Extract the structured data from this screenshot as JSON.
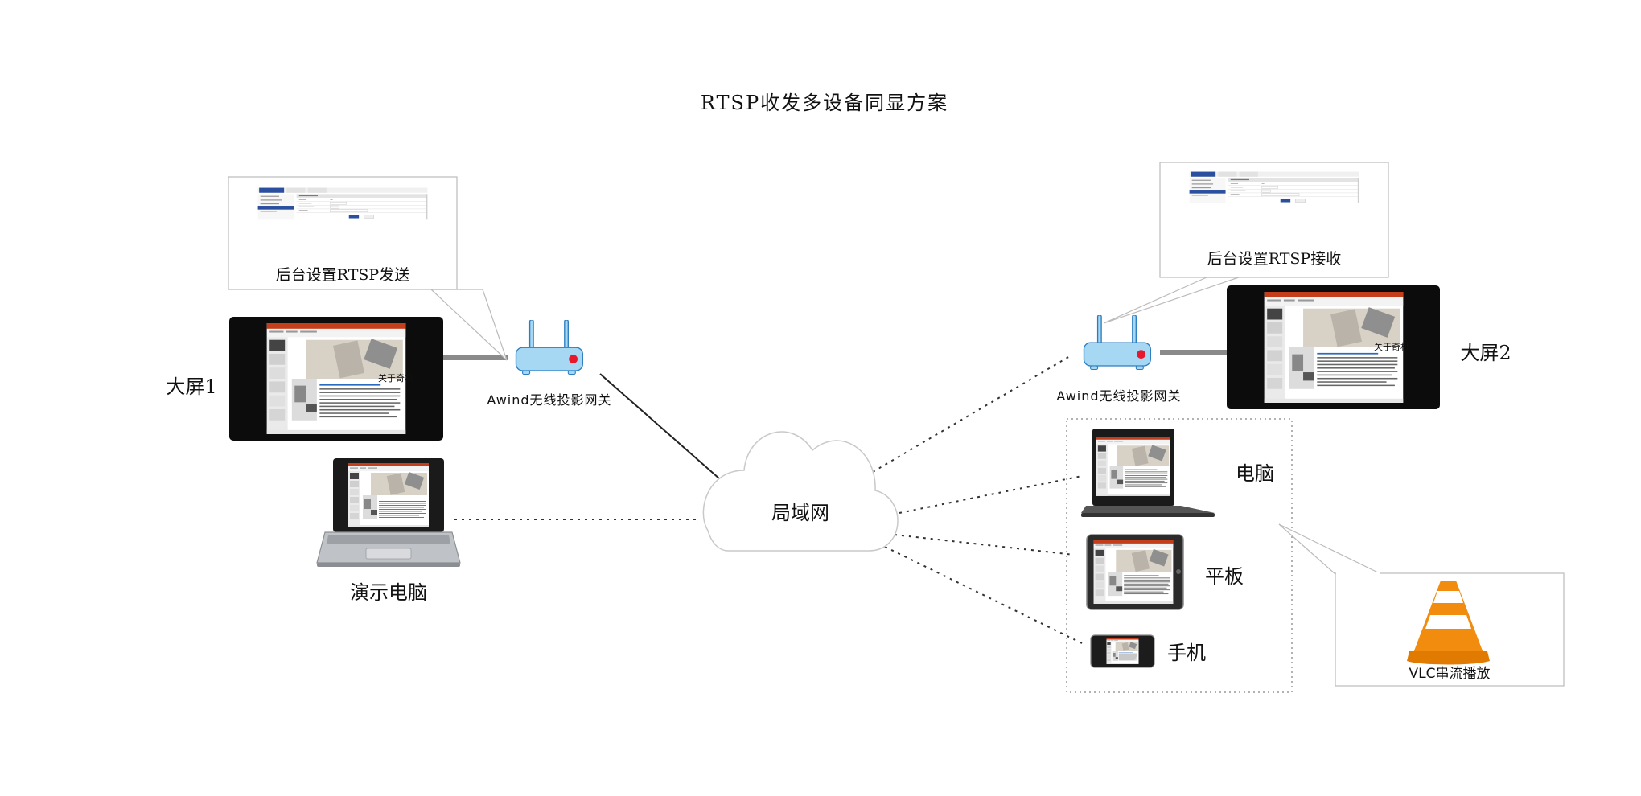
{
  "title": "RTSP收发多设备同显方案",
  "network": {
    "label": "局域网"
  },
  "sender": {
    "callout_label": "后台设置RTSP发送",
    "gateway_label": "Awind无线投影网关",
    "screen_label": "大屏1",
    "laptop_label": "演示电脑"
  },
  "receiver": {
    "callout_label": "后台设置RTSP接收",
    "gateway_label": "Awind无线投影网关",
    "screen_label": "大屏2",
    "clients": [
      {
        "label": "电脑"
      },
      {
        "label": "平板"
      },
      {
        "label": "手机"
      }
    ],
    "vlc_label": "VLC串流播放"
  },
  "slide": {
    "heading": "关于奇机"
  },
  "colors": {
    "router_fill": "#a6d8f4",
    "router_stroke": "#2b7dbf",
    "led": "#e8182c",
    "ppt_red": "#c43e1c",
    "cone_orange": "#f28c0f",
    "ui_blue": "#2a4f9e"
  },
  "icons": [
    "router-icon",
    "laptop-icon",
    "tablet-icon",
    "phone-icon",
    "cloud-icon",
    "vlc-cone-icon",
    "monitor-icon"
  ]
}
